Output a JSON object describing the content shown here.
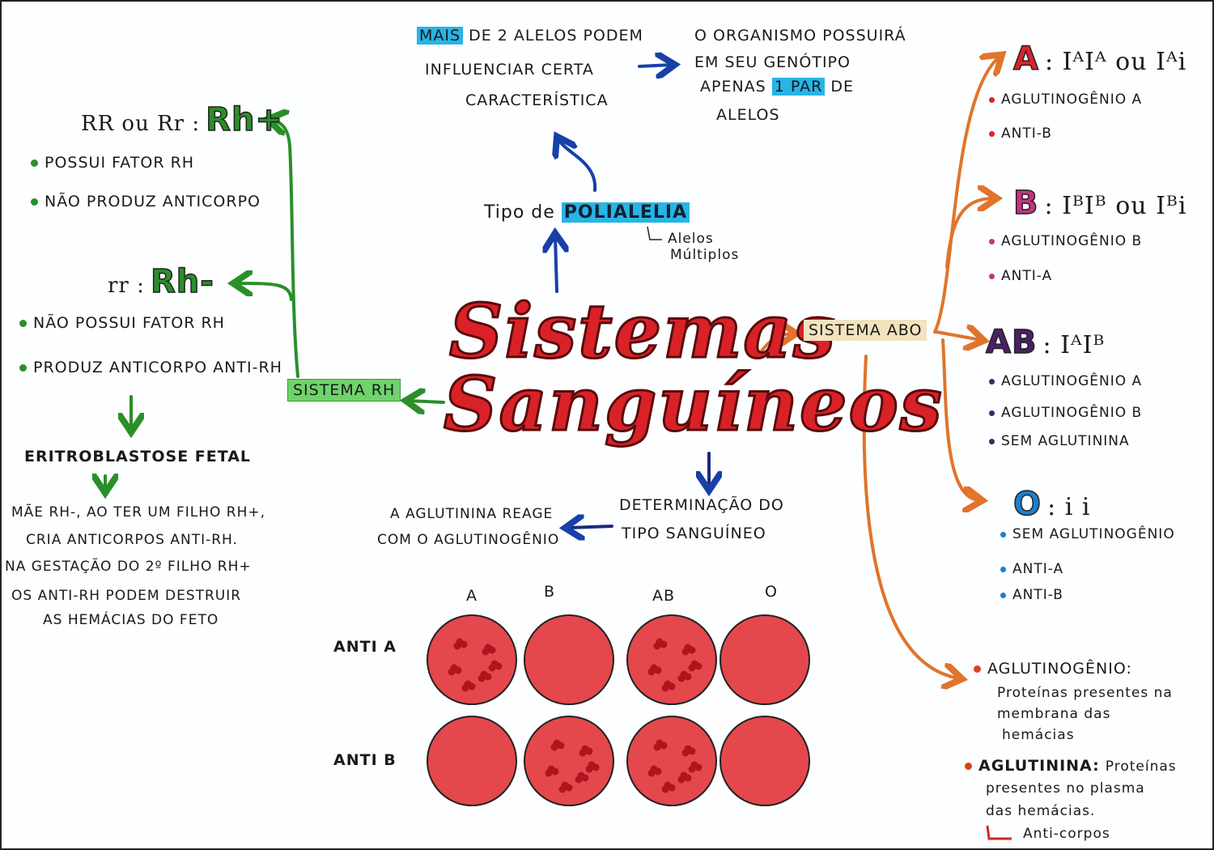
{
  "title": {
    "line1": "Sistemas",
    "line2": "Sanguíneos"
  },
  "polialelia": {
    "prefix": "Tipo de",
    "highlight": "POLIALELIA",
    "note1": "Alelos",
    "note2": "Múltiplos"
  },
  "top_left": {
    "hl": "MAIS",
    "l1": "DE 2 ALELOS PODEM",
    "l2": "INFLUENCIAR CERTA",
    "l3": "CARACTERÍSTICA"
  },
  "top_right": {
    "l1": "O ORGANISMO POSSUIRÁ",
    "l2": "EM SEU GENÓTIPO",
    "l3a": "APENAS",
    "l3hl": "1 PAR",
    "l3b": "DE",
    "l4": "ALELOS"
  },
  "rh": {
    "label": "SISTEMA RH",
    "pos_geno": "RR ou Rr :",
    "pos_sym": "Rh+",
    "pos_bullets": [
      "POSSUI FATOR RH",
      "NÃO PRODUZ ANTICORPO"
    ],
    "neg_geno": "rr :",
    "neg_sym": "Rh-",
    "neg_bullets": [
      "NÃO POSSUI FATOR RH",
      "PRODUZ ANTICORPO ANTI-RH"
    ],
    "eritro": "ERITROBLASTOSE FETAL",
    "eritro_text": [
      "MÃE RH-, AO TER UM FILHO RH+,",
      "CRIA ANTICORPOS ANTI-RH.",
      "NA GESTAÇÃO DO 2º FILHO RH+",
      "OS ANTI-RH PODEM DESTRUIR",
      "AS HEMÁCIAS DO FETO"
    ]
  },
  "determ": {
    "l1": "DETERMINAÇÃO DO",
    "l2": "TIPO SANGUÍNEO",
    "r1": "A AGLUTININA REAGE",
    "r2": "COM O AGLUTINOGÊNIO"
  },
  "grid": {
    "columns": [
      "A",
      "B",
      "AB",
      "O"
    ],
    "rows": [
      "ANTI A",
      "ANTI B"
    ],
    "agglutination": [
      [
        true,
        false,
        true,
        false
      ],
      [
        false,
        true,
        true,
        false
      ]
    ]
  },
  "abo": {
    "label": "SISTEMA ABO",
    "types": [
      {
        "name": "A",
        "geno": ": IᴬIᴬ ou Iᴬi",
        "color": "#d8242a",
        "bullets": [
          "AGLUTINOGÊNIO A",
          "ANTI-B"
        ]
      },
      {
        "name": "B",
        "geno": ": IᴮIᴮ ou Iᴮi",
        "color": "#c2357e",
        "bullets": [
          "AGLUTINOGÊNIO B",
          "ANTI-A"
        ]
      },
      {
        "name": "AB",
        "geno": ": IᴬIᴮ",
        "color": "#4a2067",
        "bullets": [
          "AGLUTINOGÊNIO A",
          "AGLUTINOGÊNIO B",
          "SEM AGLUTININA"
        ]
      },
      {
        "name": "O",
        "geno": ": i i",
        "color": "#1c7fcf",
        "bullets": [
          "SEM AGLUTINOGÊNIO",
          "ANTI-A",
          "ANTI-B"
        ]
      }
    ],
    "def1_title": "AGLUTINOGÊNIO:",
    "def1": [
      "Proteínas presentes na",
      "membrana das",
      "hemácias"
    ],
    "def2_title": "AGLUTININA:",
    "def2": [
      "Proteínas",
      "presentes no plasma",
      "das hemácias."
    ],
    "def2_note": "Anti-corpos"
  },
  "colors": {
    "green": "#2a8f2a",
    "orange": "#e0742c",
    "blue": "#1840a8",
    "red": "#d92228"
  }
}
